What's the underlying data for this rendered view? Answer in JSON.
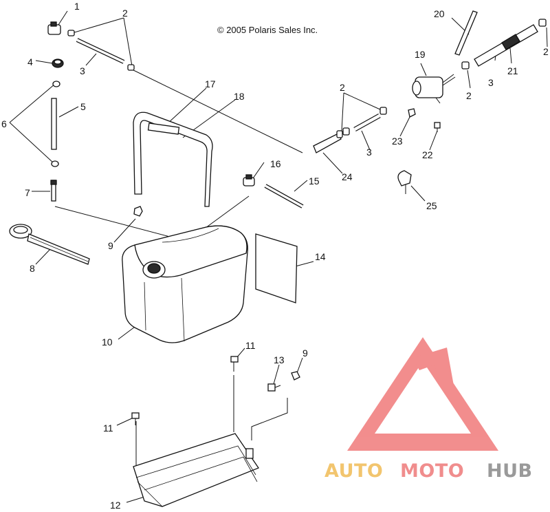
{
  "copyright": "© 2005 Polaris Sales Inc.",
  "callouts": {
    "c1": "1",
    "c2a": "2",
    "c2b": "2",
    "c2c": "2",
    "c2d": "2",
    "c3a": "3",
    "c3b": "3",
    "c3c": "3",
    "c4": "4",
    "c5": "5",
    "c6": "6",
    "c7": "7",
    "c8": "8",
    "c9a": "9",
    "c9b": "9",
    "c10": "10",
    "c11a": "11",
    "c11b": "11",
    "c12": "12",
    "c13": "13",
    "c14": "14",
    "c15": "15",
    "c16": "16",
    "c17": "17",
    "c18": "18",
    "c19": "19",
    "c20": "20",
    "c21": "21",
    "c22": "22",
    "c23": "23",
    "c24": "24",
    "c25": "25"
  },
  "watermark": {
    "part1": "AUTO",
    "part2": "MOTO",
    "part3": "HUB",
    "colors": {
      "auto": "#f2c56e",
      "moto": "#f08d8d",
      "hub": "#9a9a9a",
      "triangle": "#f07a7a"
    }
  }
}
